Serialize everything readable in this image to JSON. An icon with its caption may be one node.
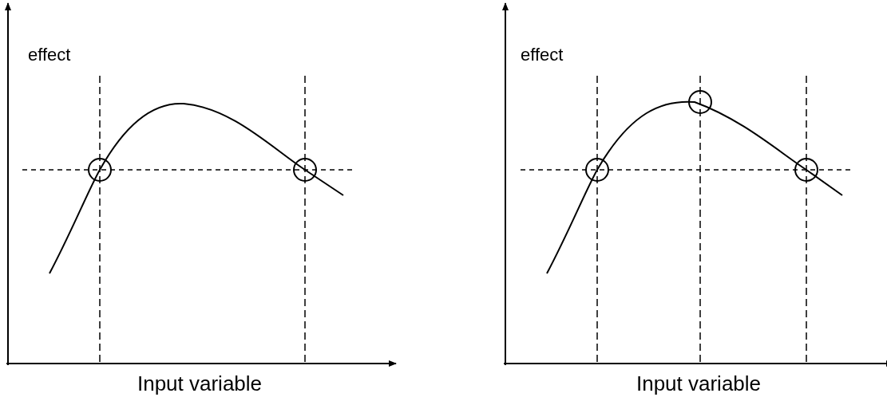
{
  "diagram": {
    "labels": [
      "effect",
      "Input variable",
      "effect",
      "Input variable"
    ]
  }
}
